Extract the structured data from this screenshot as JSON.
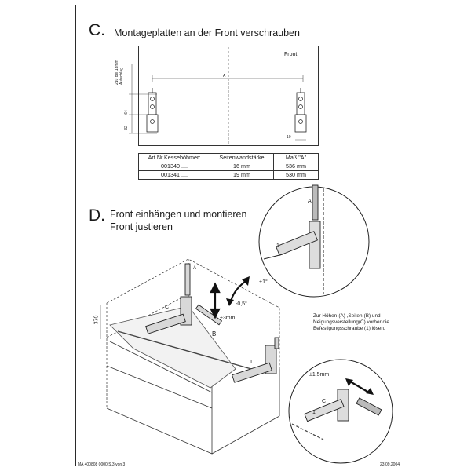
{
  "section_c": {
    "letter": "C.",
    "title": "Montageplatten an der Front  verschrauben",
    "drawing": {
      "front_label": "Front",
      "dim_a": "A",
      "dim_vertical_label": "210 bei 13mm Aufschlag",
      "dim_64": "64",
      "dim_32": "32",
      "dim_10": "10"
    },
    "table": {
      "headers": [
        "Art.Nr.Kesseböhmer:",
        "Seitenwandstärke",
        "Maß \"A\""
      ],
      "rows": [
        [
          "001340 ....",
          "16 mm",
          "536 mm"
        ],
        [
          "001341 ....",
          "19 mm",
          "530 mm"
        ]
      ]
    }
  },
  "section_d": {
    "letter": "D.",
    "title_line1": "Front einhängen und montieren",
    "title_line2": "Front justieren",
    "labels": {
      "a_main": "A",
      "b_main": "B",
      "c_main": "C",
      "one_main": "1",
      "plus_3mm": "±3mm",
      "plus_1deg": "+1°",
      "minus_05deg": "-0,5°",
      "height_370": "370",
      "a_detail": "A",
      "one_detail": "1",
      "c_detail2": "C",
      "one_detail2": "1",
      "plus_15mm": "±1,5mm"
    },
    "note": "Zur Höhen-(A) ,Seiten-(B) und Neigungsverstellung(C) vorher die Befestigungsschraube (1) lösen."
  },
  "footer": {
    "left": "MA 400808 0000 S.3 von 3",
    "right": "23.09.2004"
  }
}
